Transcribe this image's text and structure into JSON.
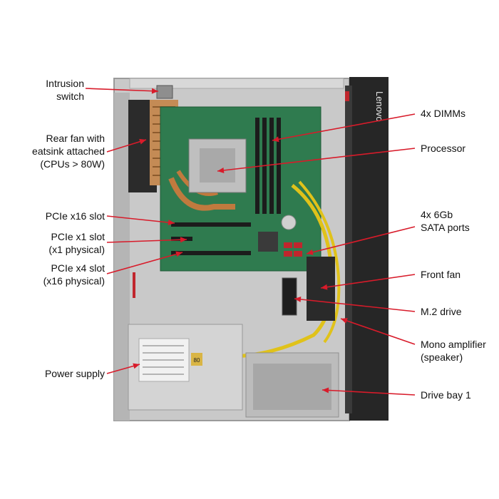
{
  "logo": {
    "text": "Lenovo"
  },
  "psu": {
    "badge": "80"
  },
  "colors": {
    "callout_line": "#d81b2a",
    "chassis": "#c9c9c9",
    "motherboard": "#2f7b4f",
    "front_bezel": "#262626",
    "psu": "#d4d4d4",
    "sata": "#c0262d",
    "cable_yellow": "#e0c21a"
  },
  "callouts": {
    "intrusion_switch": [
      "Intrusion",
      "switch"
    ],
    "rear_fan": [
      "Rear fan with",
      "eatsink attached",
      "(CPUs > 80W)"
    ],
    "pcie_x16": [
      "PCIe x16 slot"
    ],
    "pcie_x1": [
      "PCIe x1 slot",
      "(x1 physical)"
    ],
    "pcie_x4": [
      "PCIe x4 slot",
      "(x16 physical)"
    ],
    "power_supply": [
      "Power supply"
    ],
    "dimms": [
      "4x DIMMs"
    ],
    "processor": [
      "Processor"
    ],
    "sata_ports": [
      "4x 6Gb",
      "SATA ports"
    ],
    "front_fan": [
      "Front fan"
    ],
    "m2_drive": [
      "M.2 drive"
    ],
    "mono_amplifier": [
      "Mono amplifier",
      "(speaker)"
    ],
    "drive_bay": [
      "Drive bay 1"
    ]
  }
}
